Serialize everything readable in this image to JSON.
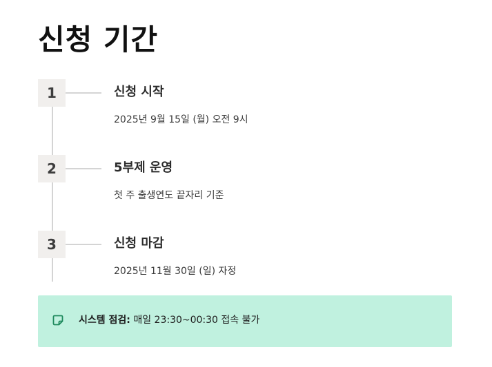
{
  "page": {
    "title": "신청 기간"
  },
  "timeline": {
    "steps": [
      {
        "number": "1",
        "title": "신청 시작",
        "description": "2025년 9월 15일 (월) 오전 9시"
      },
      {
        "number": "2",
        "title": "5부제 운영",
        "description": "첫 주 출생연도 끝자리 기준"
      },
      {
        "number": "3",
        "title": "신청 마감",
        "description": "2025년 11월 30일 (일) 자정"
      }
    ]
  },
  "notice": {
    "icon": "note-icon",
    "label": "시스템 점검:",
    "text": " 매일 23:30~00:30 접속 불가"
  },
  "colors": {
    "notice_background": "#c0f1df",
    "notice_icon": "#1f8a5e",
    "step_badge_background": "#f1efed",
    "timeline_line": "#d4d4d4"
  }
}
